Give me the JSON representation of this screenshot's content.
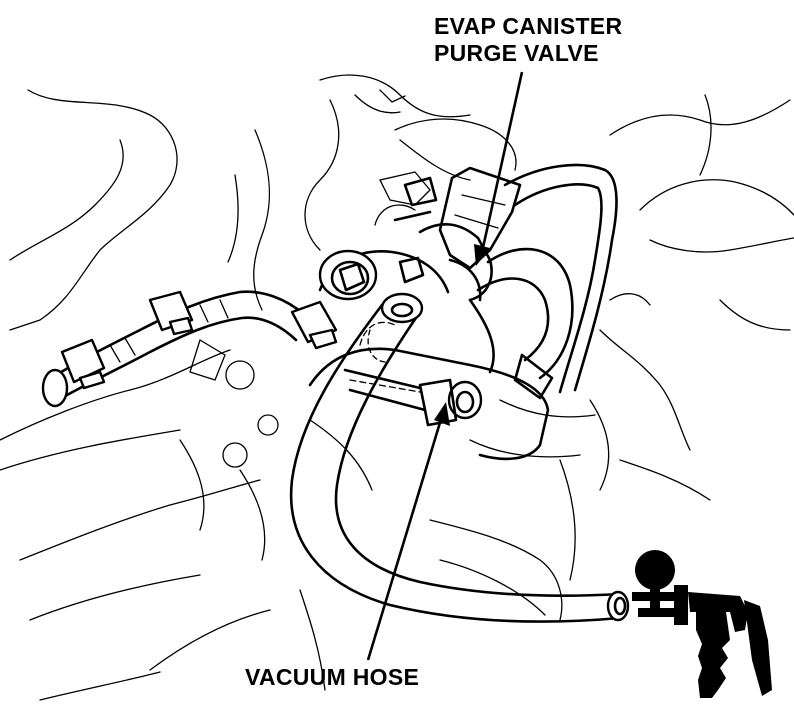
{
  "labels": {
    "purge_valve": [
      "EVAP CANISTER",
      "PURGE VALVE"
    ],
    "vacuum_hose": "VACUUM HOSE"
  },
  "colors": {
    "line": "#000000",
    "background": "#ffffff"
  },
  "icons": {
    "pump": "hand-vacuum-pump-icon"
  }
}
